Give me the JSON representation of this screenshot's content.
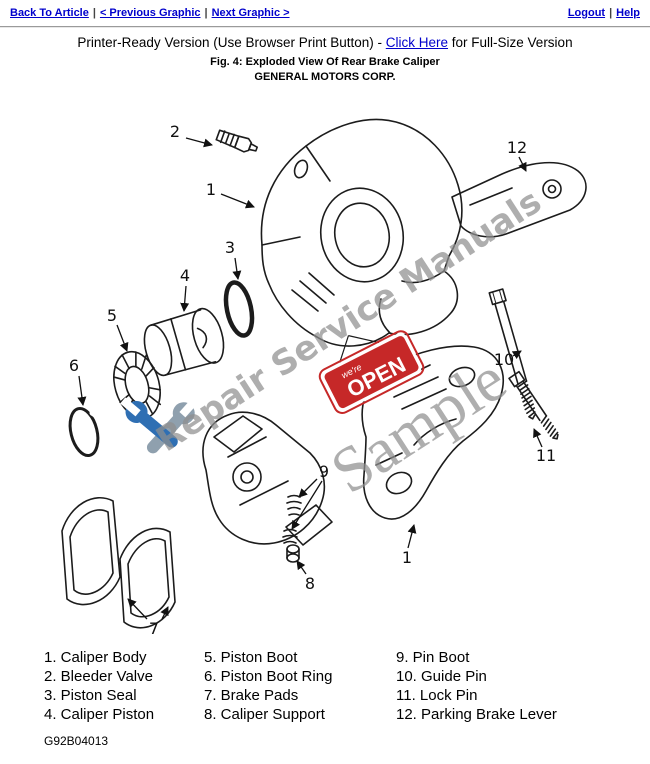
{
  "nav": {
    "back_to_article": "Back To Article",
    "previous_graphic": "< Previous Graphic",
    "next_graphic": "Next Graphic >",
    "logout": "Logout",
    "help": "Help",
    "separator": "|"
  },
  "header": {
    "printer_line_prefix": "Printer-Ready Version (Use Browser Print Button) - ",
    "click_here_label": "Click Here",
    "printer_line_suffix": " for Full-Size Version",
    "figure_caption": "Fig. 4: Exploded View Of Rear Brake Caliper",
    "manufacturer": "GENERAL MOTORS CORP."
  },
  "diagram": {
    "watermark_line": "Repair Service Manuals",
    "watermark_sample": "Sample",
    "open_sign_text": "OPEN",
    "open_sign_small_text": "we're",
    "callout_labels": [
      "1",
      "2",
      "3",
      "4",
      "5",
      "6",
      "7",
      "8",
      "9",
      "10",
      "11",
      "12"
    ]
  },
  "legend": {
    "column1": [
      "1. Caliper Body",
      "2. Bleeder Valve",
      "3. Piston Seal",
      "4. Caliper Piston"
    ],
    "column2": [
      "5. Piston Boot",
      "6. Piston Boot Ring",
      "7. Brake Pads",
      "8. Caliper Support"
    ],
    "column3": [
      "9. Pin Boot",
      "10. Guide Pin",
      "11. Lock Pin",
      "12. Parking Brake Lever"
    ]
  },
  "footer": {
    "figure_code": "G92B04013"
  },
  "colors": {
    "link_blue": "#0000cc",
    "open_sign_red": "#c62828",
    "watermark_gray": "#8f8f8f",
    "wrench_blue": "#2f6fb3",
    "wrench_gray": "#8fa0ae"
  }
}
